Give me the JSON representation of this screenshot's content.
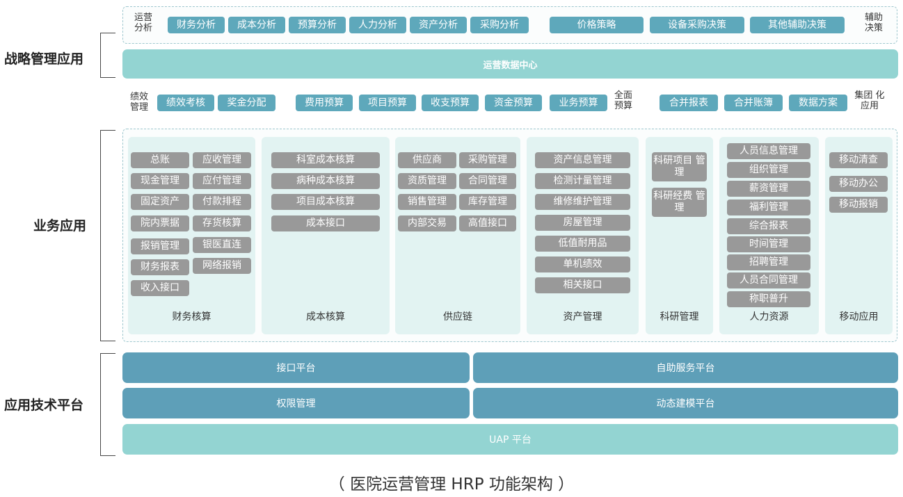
{
  "sections": {
    "strategy": "战略管理应用",
    "business": "业务应用",
    "platform": "应用技术平台"
  },
  "strategy": {
    "ops_label": "运营 分析",
    "ops_items": [
      "财务分析",
      "成本分析",
      "预算分析",
      "人力分析",
      "资产分析",
      "采购分析"
    ],
    "decision_items": [
      "价格策略",
      "设备采购决策",
      "其他辅助决策"
    ],
    "decision_label": "辅助 决策",
    "data_center": "运营数据中心"
  },
  "mid_row": {
    "perf_label": "绩效 管理",
    "perf_items": [
      "绩效考核",
      "奖金分配"
    ],
    "budget_items": [
      "费用预算",
      "项目预算",
      "收支预算",
      "资金预算",
      "业务预算"
    ],
    "budget_label": "全面 预算",
    "group_items": [
      "合并报表",
      "合并账簿",
      "数据方案"
    ],
    "group_label": "集团 化应用"
  },
  "columns": {
    "finance": {
      "title": "财务核算",
      "left": [
        "总账",
        "现金管理",
        "固定资产",
        "院内票据",
        "报销管理",
        "财务报表",
        "收入接口"
      ],
      "right": [
        "应收管理",
        "应付管理",
        "付款排程",
        "存货核算",
        "银医直连",
        "网络报销"
      ]
    },
    "cost": {
      "title": "成本核算",
      "items": [
        "科室成本核算",
        "病种成本核算",
        "项目成本核算",
        "成本接口"
      ]
    },
    "supply": {
      "title": "供应链",
      "left": [
        "供应商",
        "资质管理",
        "销售管理",
        "内部交易"
      ],
      "right": [
        "采购管理",
        "合同管理",
        "库存管理",
        "高值接口"
      ]
    },
    "asset": {
      "title": "资产管理",
      "items": [
        "资产信息管理",
        "检测计量管理",
        "维修维护管理",
        "房屋管理",
        "低值耐用品",
        "单机绩效",
        "相关接口"
      ]
    },
    "research": {
      "title": "科研管理",
      "items": [
        "科研项目 管理",
        "科研经费 管理"
      ]
    },
    "hr": {
      "title": "人力资源",
      "items": [
        "人员信息管理",
        "组织管理",
        "薪资管理",
        "福利管理",
        "综合报表",
        "时间管理",
        "招聘管理",
        "人员合同管理",
        "称职普升"
      ]
    },
    "mobile": {
      "title": "移动应用",
      "items": [
        "移动清查",
        "移动办公",
        "移动报销"
      ]
    }
  },
  "platform": {
    "interface": "接口平台",
    "self_service": "自助服务平台",
    "permission": "权限管理",
    "dynamic_modeling": "动态建模平台",
    "uap": "UAP 平台"
  },
  "caption": "（ 医院运营管理 HRP 功能架构 ）",
  "colors": {
    "teal_pill": "#5ea8bb",
    "light_bar": "#93d4d2",
    "mid_bar": "#5e9fb8",
    "grey_item": "#999999",
    "column_bg": "#e2f3f2"
  }
}
